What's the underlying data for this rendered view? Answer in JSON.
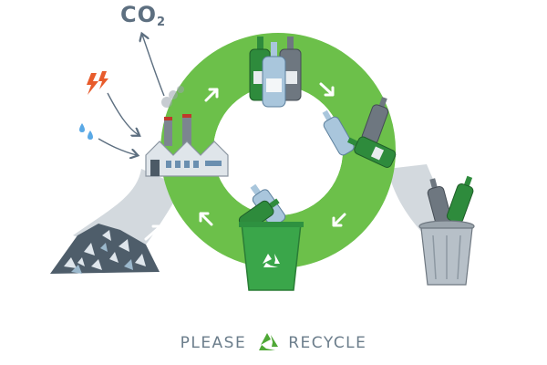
{
  "emission_label": {
    "main": "CO",
    "subscript": "2"
  },
  "footer": {
    "left_word": "PLEASE",
    "right_word": "RECYCLE"
  },
  "icons": [
    "co2-emission-icon",
    "electricity-icon",
    "water-drops-icon",
    "factory-icon",
    "glass-bottles-group-icon",
    "tumbling-bottles-icon",
    "recycling-bin-icon",
    "trash-can-icon",
    "crushed-glass-pile-icon",
    "recycle-symbol-icon"
  ],
  "colors": {
    "cycle_ring": "#6cc04a",
    "cycle_ring_dark": "#4fa836",
    "waste_stream": "#c8cfd6",
    "bottle_green": "#2e8b3c",
    "bottle_blue": "#a9c6dc",
    "bottle_gray": "#6e7780",
    "factory": "#dfe5ea",
    "text": "#6b7d8b"
  }
}
